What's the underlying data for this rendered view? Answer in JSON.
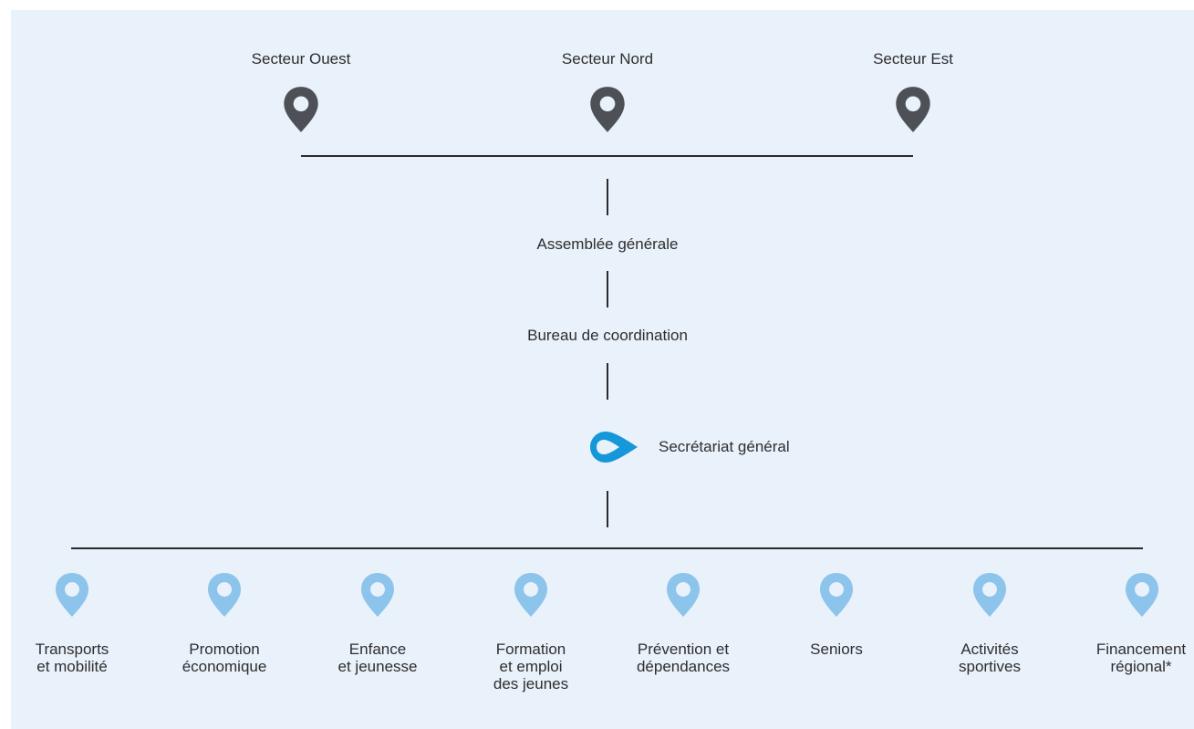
{
  "colors": {
    "background": "#e9f1fb",
    "sector_pin": "#4d5157",
    "category_pin": "#8cc4ec",
    "secretariat_icon": "#1597d9",
    "line": "#2b2b2b"
  },
  "sectors": [
    {
      "label": "Secteur Ouest",
      "icon": "location-pin-icon"
    },
    {
      "label": "Secteur Nord",
      "icon": "location-pin-icon"
    },
    {
      "label": "Secteur Est",
      "icon": "location-pin-icon"
    }
  ],
  "assembly": {
    "label": "Assemblée générale"
  },
  "bureau": {
    "label": "Bureau de coordination"
  },
  "secretariat": {
    "label": "Secrétariat général",
    "icon": "drop-logo-icon"
  },
  "categories": [
    {
      "lines": [
        "Transports",
        "et mobilité"
      ],
      "icon": "location-pin-icon"
    },
    {
      "lines": [
        "Promotion",
        "économique"
      ],
      "icon": "location-pin-icon"
    },
    {
      "lines": [
        "Enfance",
        "et jeunesse"
      ],
      "icon": "location-pin-icon"
    },
    {
      "lines": [
        "Formation",
        "et emploi",
        "des jeunes"
      ],
      "icon": "location-pin-icon"
    },
    {
      "lines": [
        "Prévention et",
        "dépendances"
      ],
      "icon": "location-pin-icon"
    },
    {
      "lines": [
        "Seniors"
      ],
      "icon": "location-pin-icon"
    },
    {
      "lines": [
        "Activités",
        "sportives"
      ],
      "icon": "location-pin-icon"
    },
    {
      "lines": [
        "Financement",
        "régional*"
      ],
      "icon": "location-pin-icon"
    }
  ]
}
